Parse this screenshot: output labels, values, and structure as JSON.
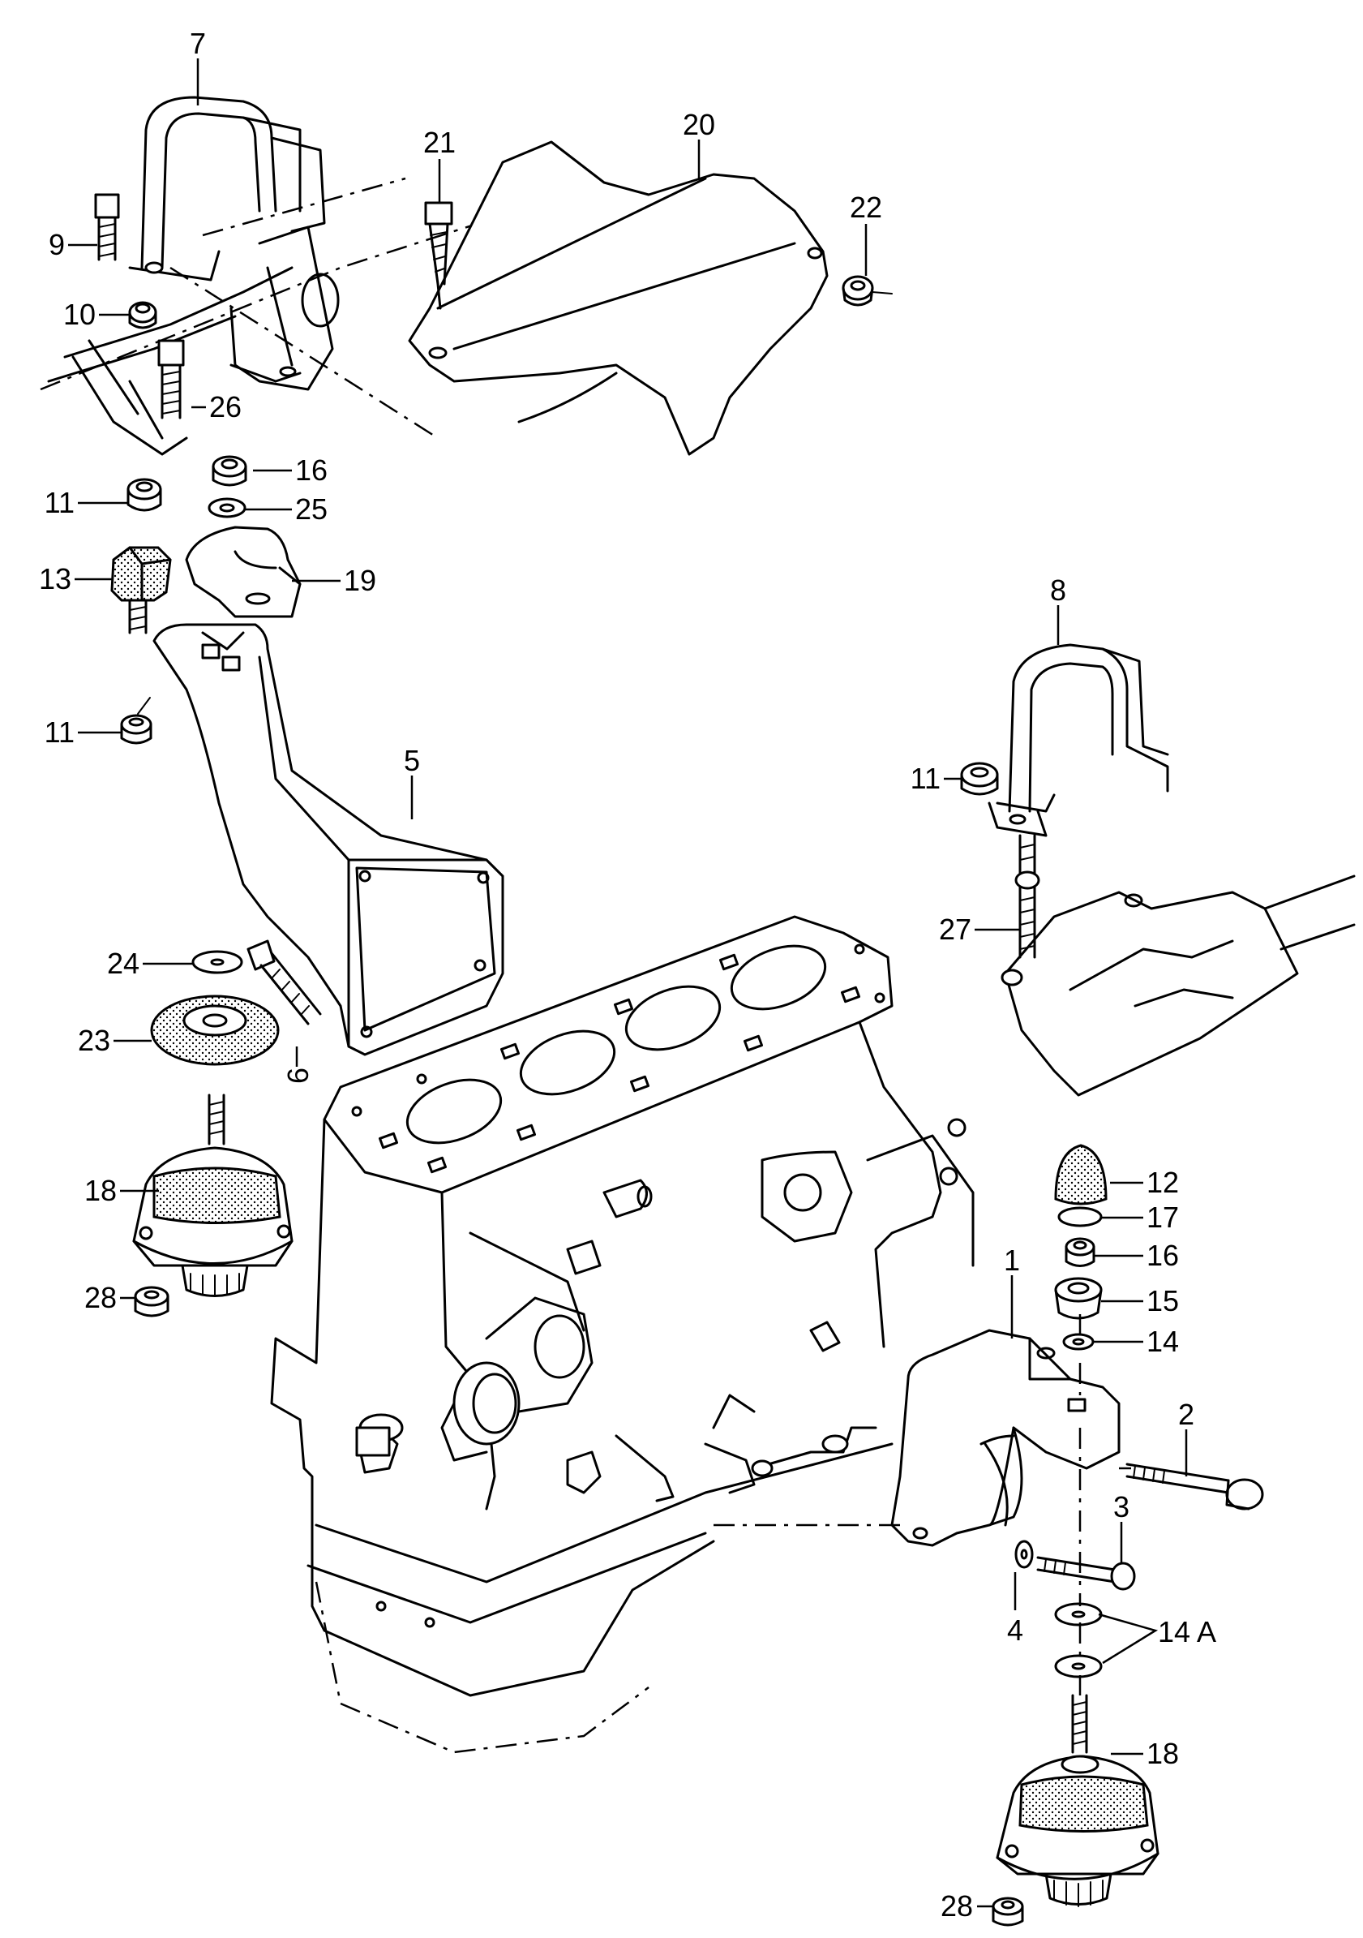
{
  "callouts": {
    "c1": "1",
    "c2": "2",
    "c3": "3",
    "c4": "4",
    "c5": "5",
    "c6": "6",
    "c7": "7",
    "c8": "8",
    "c9": "9",
    "c10": "10",
    "c11a": "11",
    "c11b": "11",
    "c11c": "11",
    "c12": "12",
    "c13": "13",
    "c14": "14",
    "c14a": "14 A",
    "c15": "15",
    "c16a": "16",
    "c16b": "16",
    "c17": "17",
    "c18a": "18",
    "c18b": "18",
    "c19": "19",
    "c20": "20",
    "c21": "21",
    "c22": "22",
    "c23": "23",
    "c24": "24",
    "c25": "25",
    "c26": "26",
    "c27": "27",
    "c28a": "28",
    "c28b": "28"
  }
}
